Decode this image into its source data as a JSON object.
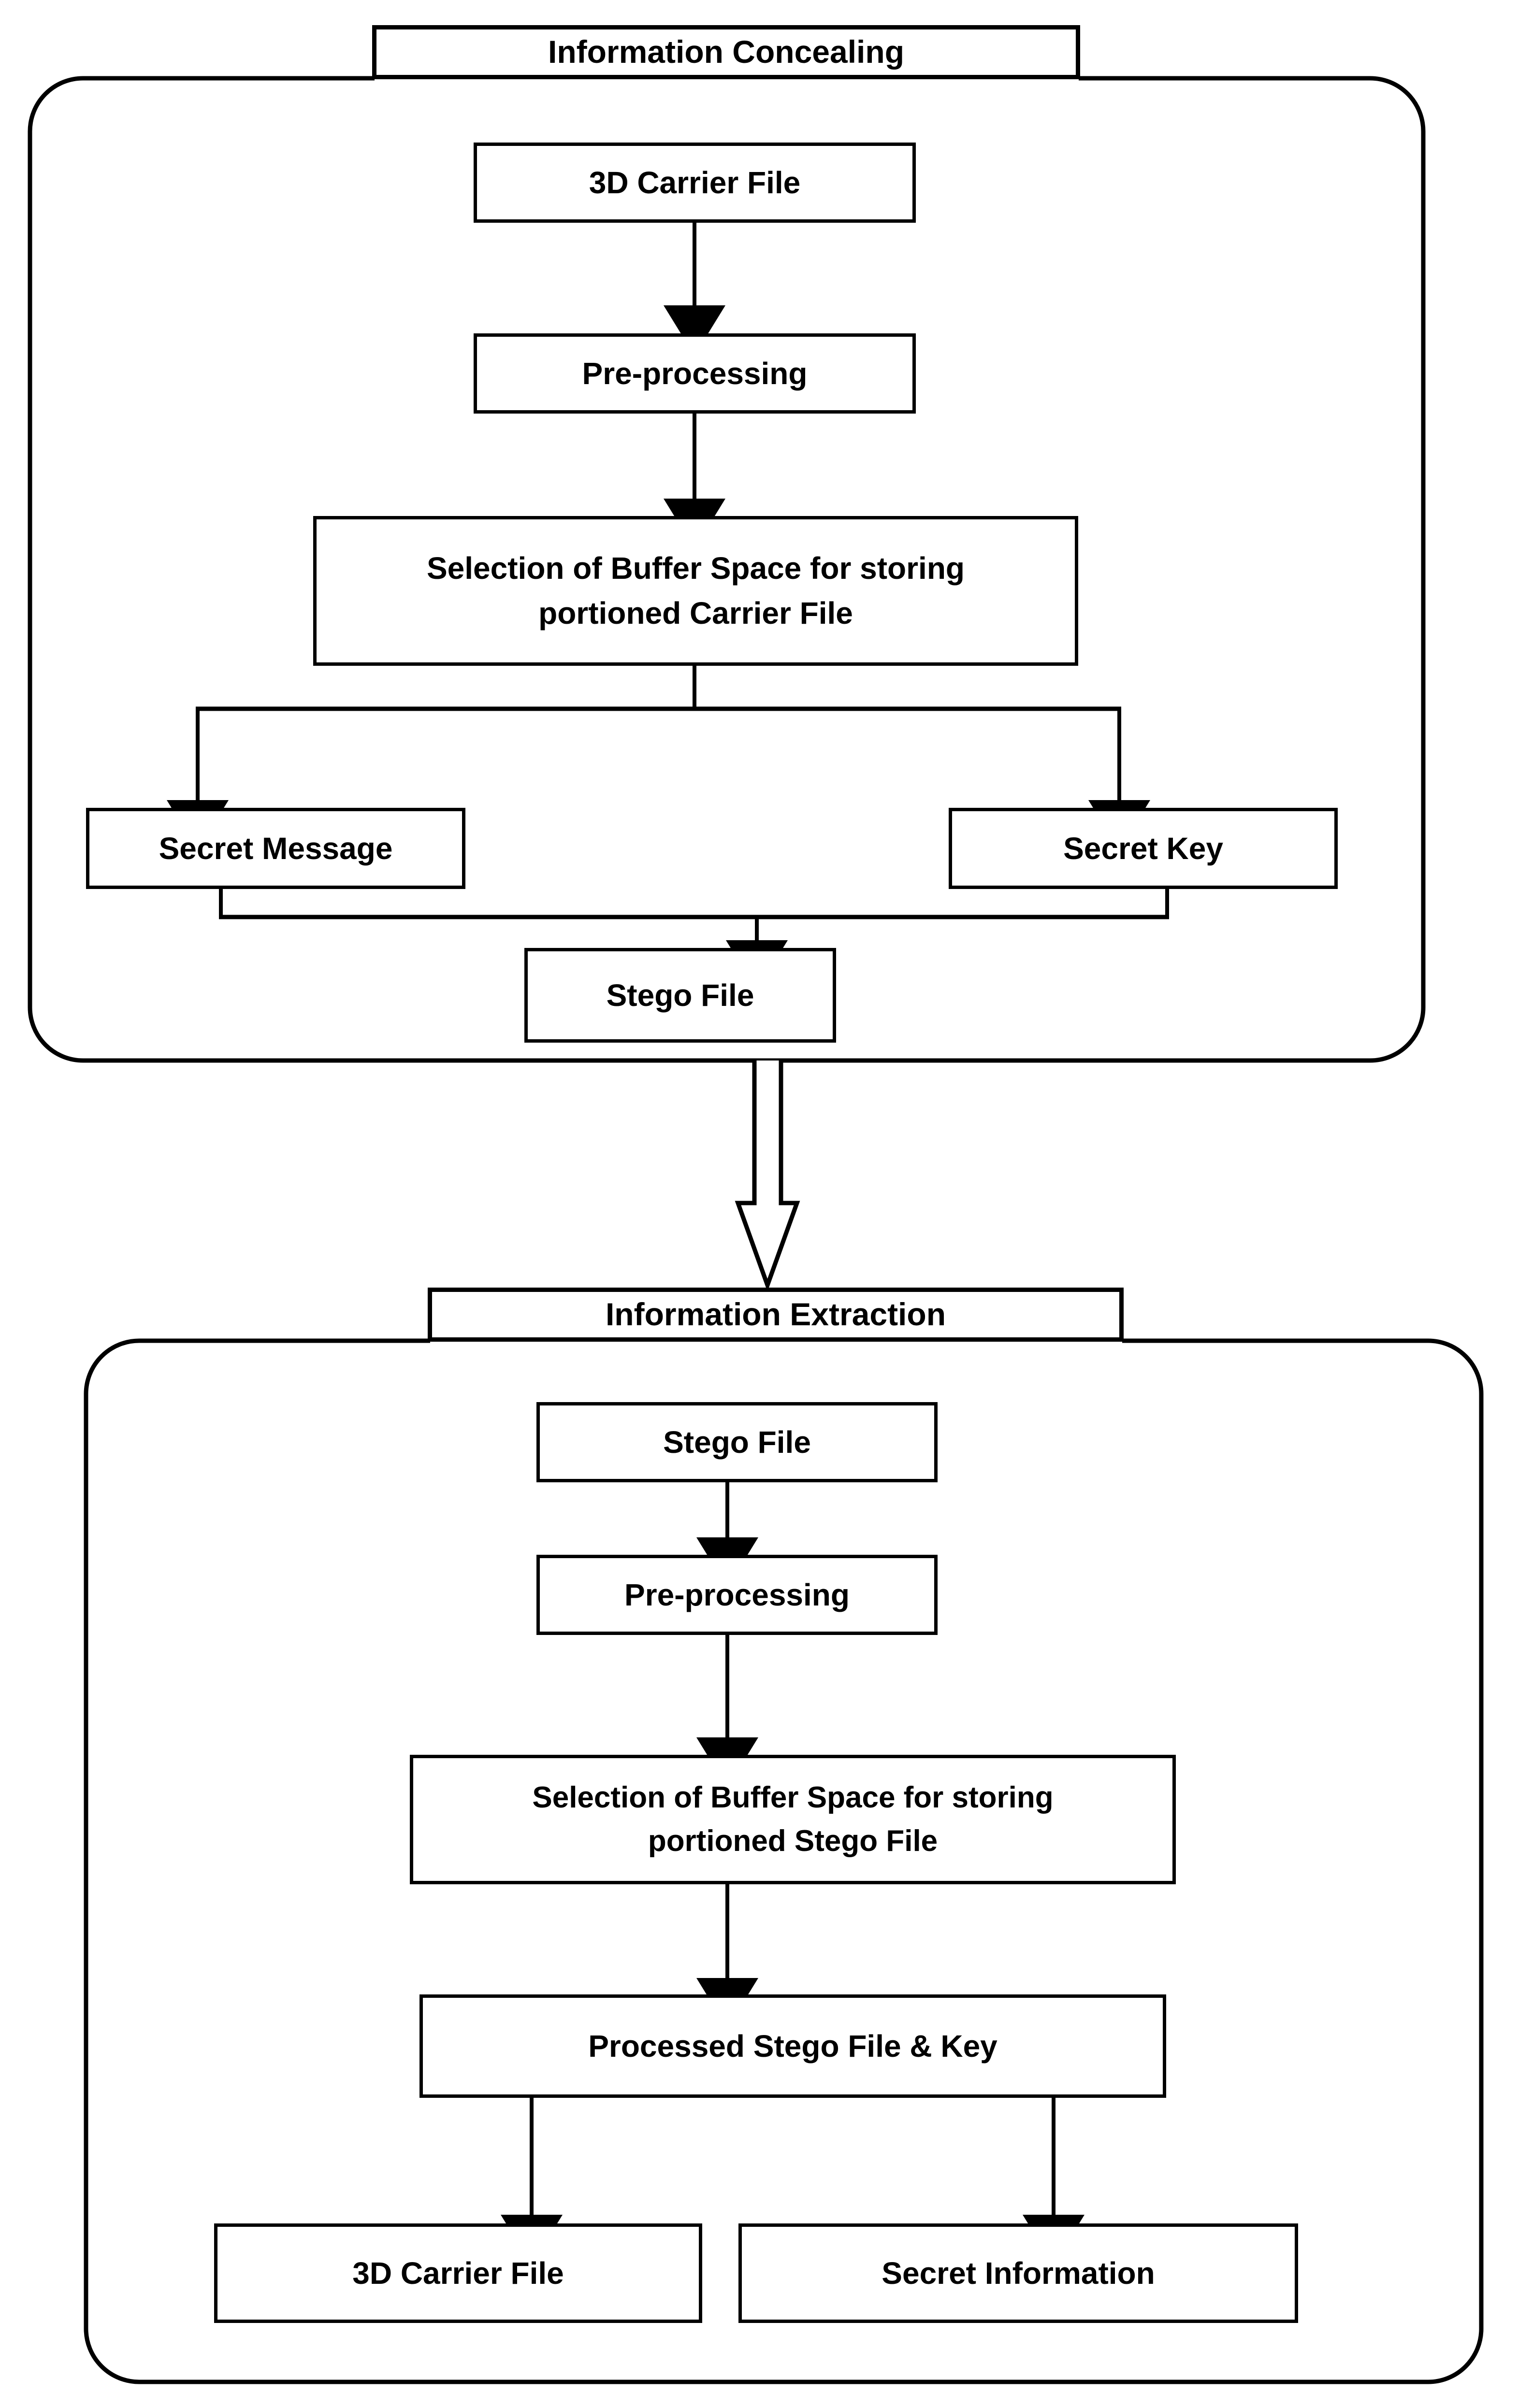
{
  "diagram": {
    "title": "Information Concealing and Information Extraction flowchart",
    "stroke_color": "#000000",
    "background_color": "#ffffff",
    "sections": [
      {
        "id": "concealing",
        "header": "Information Concealing",
        "nodes": [
          {
            "id": "carrier-file",
            "label": "3D Carrier File"
          },
          {
            "id": "pre-processing",
            "label": "Pre-processing"
          },
          {
            "id": "buffer-carrier",
            "line1": "Selection of Buffer Space for storing",
            "line2": "portioned Carrier File"
          },
          {
            "id": "secret-message",
            "label": "Secret Message"
          },
          {
            "id": "secret-key",
            "label": "Secret Key"
          },
          {
            "id": "stego-file",
            "label": "Stego File"
          }
        ]
      },
      {
        "id": "extraction",
        "header": "Information Extraction",
        "nodes": [
          {
            "id": "stego-file-in",
            "label": "Stego File"
          },
          {
            "id": "pre-processing-2",
            "label": "Pre-processing"
          },
          {
            "id": "buffer-stego",
            "line1": "Selection of Buffer Space for storing",
            "line2": "portioned Stego File"
          },
          {
            "id": "processed-stego-key",
            "label": "Processed Stego File & Key"
          },
          {
            "id": "carrier-file-out",
            "label": "3D Carrier File"
          },
          {
            "id": "secret-information",
            "label": "Secret Information"
          }
        ]
      }
    ],
    "connector_between_sections": "block-arrow-down"
  }
}
